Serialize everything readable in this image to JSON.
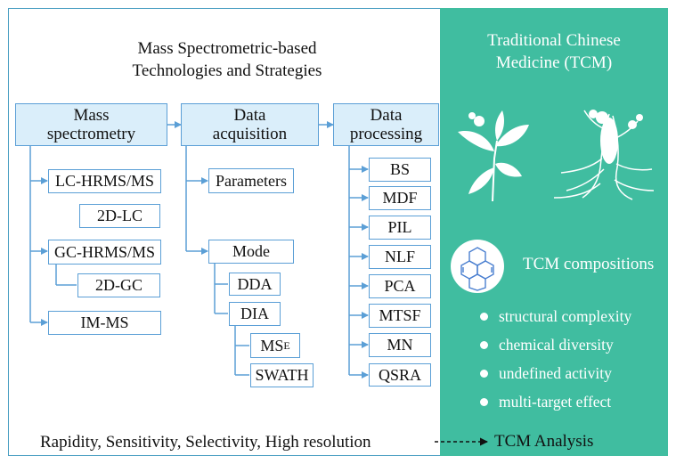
{
  "left_title": {
    "line1": "Mass Spectrometric-based",
    "line2": "Technologies and Strategies"
  },
  "headers": {
    "mass_spec": {
      "line1": "Mass",
      "line2": "spectrometry"
    },
    "data_acq": {
      "line1": "Data",
      "line2": "acquisition"
    },
    "data_proc": {
      "line1": "Data",
      "line2": "processing"
    }
  },
  "mass_spec_items": {
    "lc": "LC-HRMS/MS",
    "lc2d": "2D-LC",
    "gc": "GC-HRMS/MS",
    "gc2d": "2D-GC",
    "im": "IM-MS"
  },
  "acquisition_items": {
    "parameters": "Parameters",
    "mode": "Mode",
    "dda": "DDA",
    "dia": "DIA",
    "mse_base": "MS",
    "mse_sup": "E",
    "swath": "SWATH"
  },
  "processing_items": [
    "BS",
    "MDF",
    "PIL",
    "NLF",
    "PCA",
    "MTSF",
    "MN",
    "QSRA"
  ],
  "tcm": {
    "title_line1": "Traditional Chinese",
    "title_line2": "Medicine (TCM)",
    "compositions": "TCM compositions",
    "features": [
      "structural complexity",
      "chemical diversity",
      "undefined activity",
      "multi-target effect"
    ]
  },
  "bottom": {
    "left_text": "Rapidity, Sensitivity, Selectivity, High resolution",
    "right_text": "TCM Analysis"
  },
  "colors": {
    "tcm_panel": "#40bda0",
    "header_fill": "#daeefa",
    "box_border": "#5b9fd6",
    "connector": "#5b9fd6"
  },
  "icons": [
    "herb-leaf-illustration",
    "ginseng-root-illustration",
    "molecule-structure-icon"
  ]
}
